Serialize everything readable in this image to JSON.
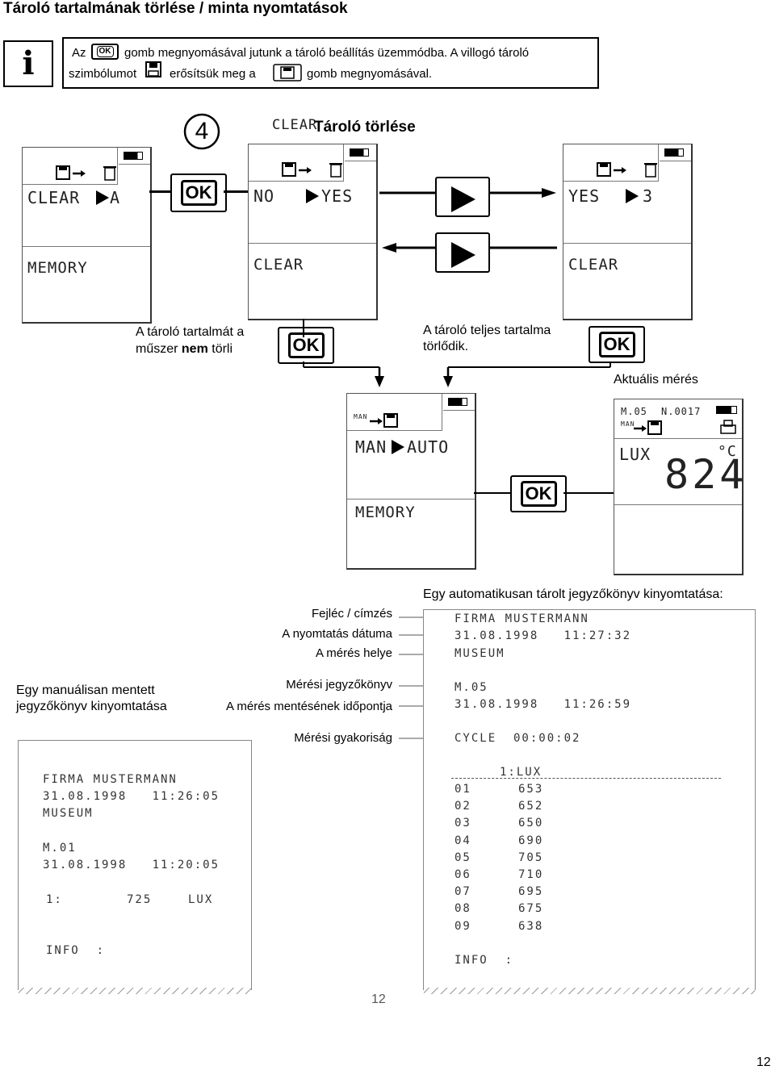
{
  "header": {
    "title": "Tároló tartalmának törlése / minta nyomtatások"
  },
  "info": {
    "glyph": "i",
    "line1_a": "Az",
    "ok_key": "OK",
    "line1_b": "gomb megnyomásával jutunk a tároló beállítás üzemmódba. A villogó tároló",
    "line2_a": "szimbólumot",
    "line2_b": "erősítsük meg a",
    "line2_c": "gomb megnyomásával."
  },
  "step": {
    "number": "4",
    "lcd_label": "CLEAR",
    "title": "Tároló törlése"
  },
  "buttons": {
    "ok": "OK"
  },
  "screens": {
    "s1": {
      "row1_left": "CLEAR",
      "row1_right": "A",
      "row2": "MEMORY"
    },
    "s2": {
      "row1_left": "NO",
      "row1_right": "YES",
      "row2": "CLEAR"
    },
    "s3": {
      "row1_left": "YES",
      "row1_right": "3",
      "row2": "CLEAR"
    },
    "s4": {
      "top": "MAN",
      "row1_left": "MAN",
      "row1_right": "AUTO",
      "row2": "MEMORY"
    },
    "s5": {
      "mem": "M.05",
      "num": "N.0017",
      "man": "MAN",
      "unit": "LUX",
      "deg": "°C",
      "value": "824"
    }
  },
  "captions": {
    "not_deleted_a": "A tároló tartalmát a",
    "not_deleted_b1": "műszer ",
    "not_deleted_bold": "nem",
    "not_deleted_b2": " törli",
    "deleted_a": "A tároló teljes tartalma",
    "deleted_b": "törlődik.",
    "current": "Aktuális mérés"
  },
  "print_labels": {
    "auto_title": "Egy automatikusan tárolt jegyzőkönyv kinyomtatása:",
    "header": "Fejléc / címzés",
    "print_date": "A nyomtatás dátuma",
    "place": "A mérés helye",
    "report": "Mérési jegyzőkönyv",
    "save_time": "A mérés mentésének időpontja",
    "frequency": "Mérési gyakoriság",
    "manual_a": "Egy manuálisan mentett",
    "manual_b": "jegyzőkönyv kinyomtatása"
  },
  "receipt_auto": {
    "firma": "FIRMA MUSTERMANN",
    "print_dt": "31.08.1998   11:27:32",
    "place": "MUSEUM",
    "mem": "M.05",
    "save_dt": "31.08.1998   11:26:59",
    "cycle": "CYCLE  00:00:02",
    "col_header": "1:LUX",
    "rows": [
      {
        "idx": "01",
        "val": "653"
      },
      {
        "idx": "02",
        "val": "652"
      },
      {
        "idx": "03",
        "val": "650"
      },
      {
        "idx": "04",
        "val": "690"
      },
      {
        "idx": "05",
        "val": "705"
      },
      {
        "idx": "06",
        "val": "710"
      },
      {
        "idx": "07",
        "val": "695"
      },
      {
        "idx": "08",
        "val": "675"
      },
      {
        "idx": "09",
        "val": "638"
      }
    ],
    "info": "INFO  :"
  },
  "receipt_manual": {
    "firma": "FIRMA MUSTERMANN",
    "print_dt": "31.08.1998   11:26:05",
    "place": "MUSEUM",
    "mem": "M.01",
    "save_dt": "31.08.1998   11:20:05",
    "ch": "1:",
    "value": "725",
    "unit": "LUX",
    "info": "INFO  :"
  },
  "page": {
    "cutoff": "12",
    "number": "12"
  }
}
